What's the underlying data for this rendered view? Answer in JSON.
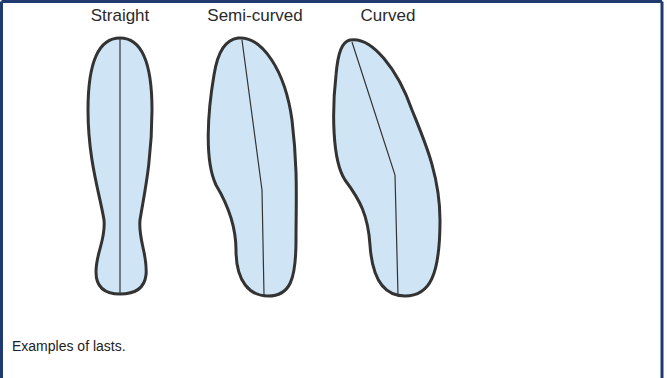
{
  "diagram": {
    "caption": "Examples of lasts.",
    "labels": [
      "Straight",
      "Semi-curved",
      "Curved"
    ]
  }
}
